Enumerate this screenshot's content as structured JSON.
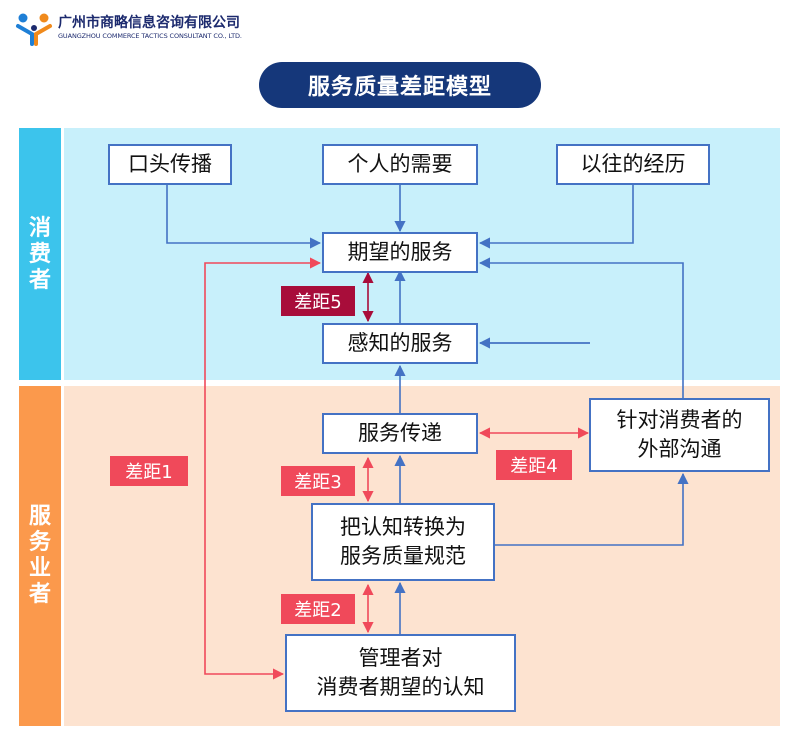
{
  "logo": {
    "name_cn": "广州市商略信息咨询有限公司",
    "name_en": "GUANGZHOU COMMERCE TACTICS CONSULTANT CO., LTD."
  },
  "title": "服务质量差距模型",
  "zones": {
    "consumer": "消费者",
    "provider": "服务业者"
  },
  "nodes": {
    "word_of_mouth": "口头传播",
    "personal_needs": "个人的需要",
    "past_experience": "以往的经历",
    "expected_service": "期望的服务",
    "perceived_service": "感知的服务",
    "service_delivery": "服务传递",
    "external_comm_line1": "针对消费者的",
    "external_comm_line2": "外部沟通",
    "spec_line1": "把认知转换为",
    "spec_line2": "服务质量规范",
    "mgmt_line1": "管理者对",
    "mgmt_line2": "消费者期望的认知"
  },
  "gaps": {
    "gap1": "差距1",
    "gap2": "差距2",
    "gap3": "差距3",
    "gap4": "差距4",
    "gap5": "差距5"
  },
  "colors": {
    "title_bg": "#15377a",
    "consumer_side": "#3cc4ec",
    "consumer_zone": "#c8f0fb",
    "provider_side": "#fb994c",
    "provider_zone": "#fde3d0",
    "node_border": "#4472c4",
    "gap_red": "#f0495a",
    "gap5_dark": "#a80d3a"
  }
}
